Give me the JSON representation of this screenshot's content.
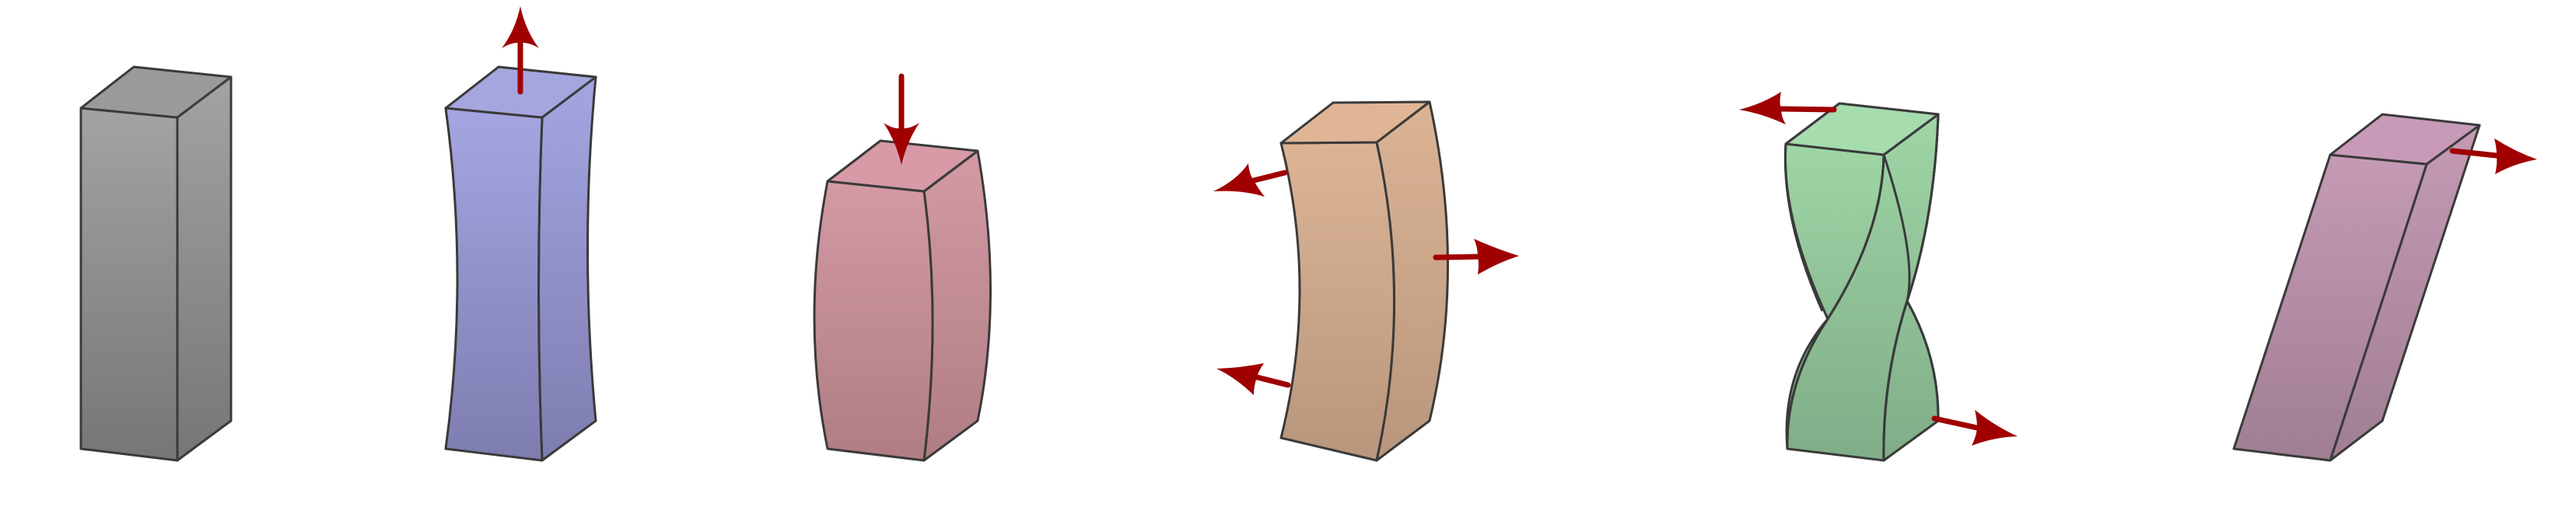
{
  "figure": {
    "panels": [
      {
        "key": "undeformed",
        "color_top": "#a3a3a3",
        "color_bottom": "#767676",
        "top_face": "#9a9a9a"
      },
      {
        "key": "tension",
        "color_top": "#a5a5e2",
        "color_bottom": "#7d7db0",
        "top_face": "#a6a6df"
      },
      {
        "key": "compression",
        "color_top": "#d39aa4",
        "color_bottom": "#b07d84",
        "top_face": "#d79aa6"
      },
      {
        "key": "bending",
        "color_top": "#dcb495",
        "color_bottom": "#b8967c",
        "top_face": "#dfb596"
      },
      {
        "key": "torsion",
        "color_top": "#9fd6a6",
        "color_bottom": "#80ad88",
        "top_face": "#a6dcae"
      },
      {
        "key": "shear",
        "color_top": "#c59ab5",
        "color_bottom": "#a07e93",
        "top_face": "#c89ab8"
      }
    ],
    "arrow_color": "#a00000",
    "outline_color": "#3a3a3a"
  }
}
